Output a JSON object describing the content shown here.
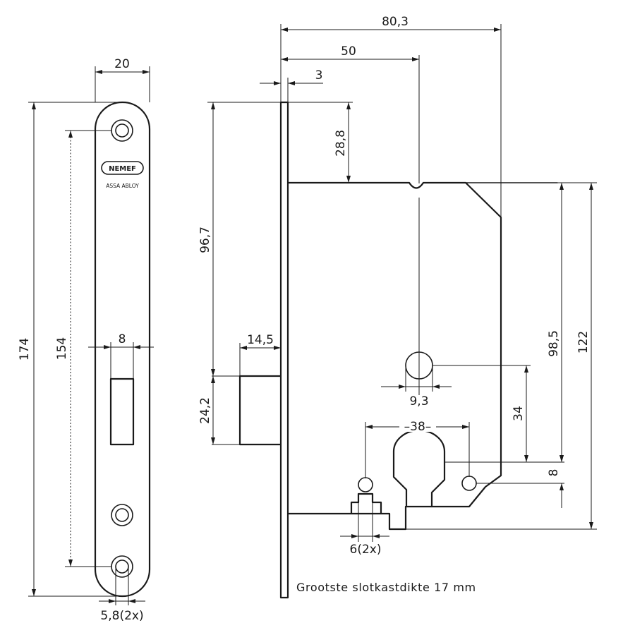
{
  "faceplate": {
    "dims": {
      "width": "20",
      "total_length": "174",
      "hole_spacing": "154",
      "bolt_width": "8",
      "hole_diameter": "5,8(2x)"
    },
    "logo": {
      "brand": "NEMEF",
      "group": "ASSA ABLOY"
    }
  },
  "lockcase": {
    "dims": {
      "overall_depth": "80,3",
      "backset": "50",
      "plate_thickness": "3",
      "top_offset": "28,8",
      "latch_height": "96,7",
      "latch_projection": "14,5",
      "latch_width": "24,2",
      "follower_diameter": "9,3",
      "center_distance": "34",
      "cylinder_hole_spacing": "38",
      "cylinder_offset": "8",
      "to_follower": "98,5",
      "case_height": "122",
      "small_holes": "6(2x)"
    },
    "note": "Grootste slotkastdikte 17 mm"
  }
}
